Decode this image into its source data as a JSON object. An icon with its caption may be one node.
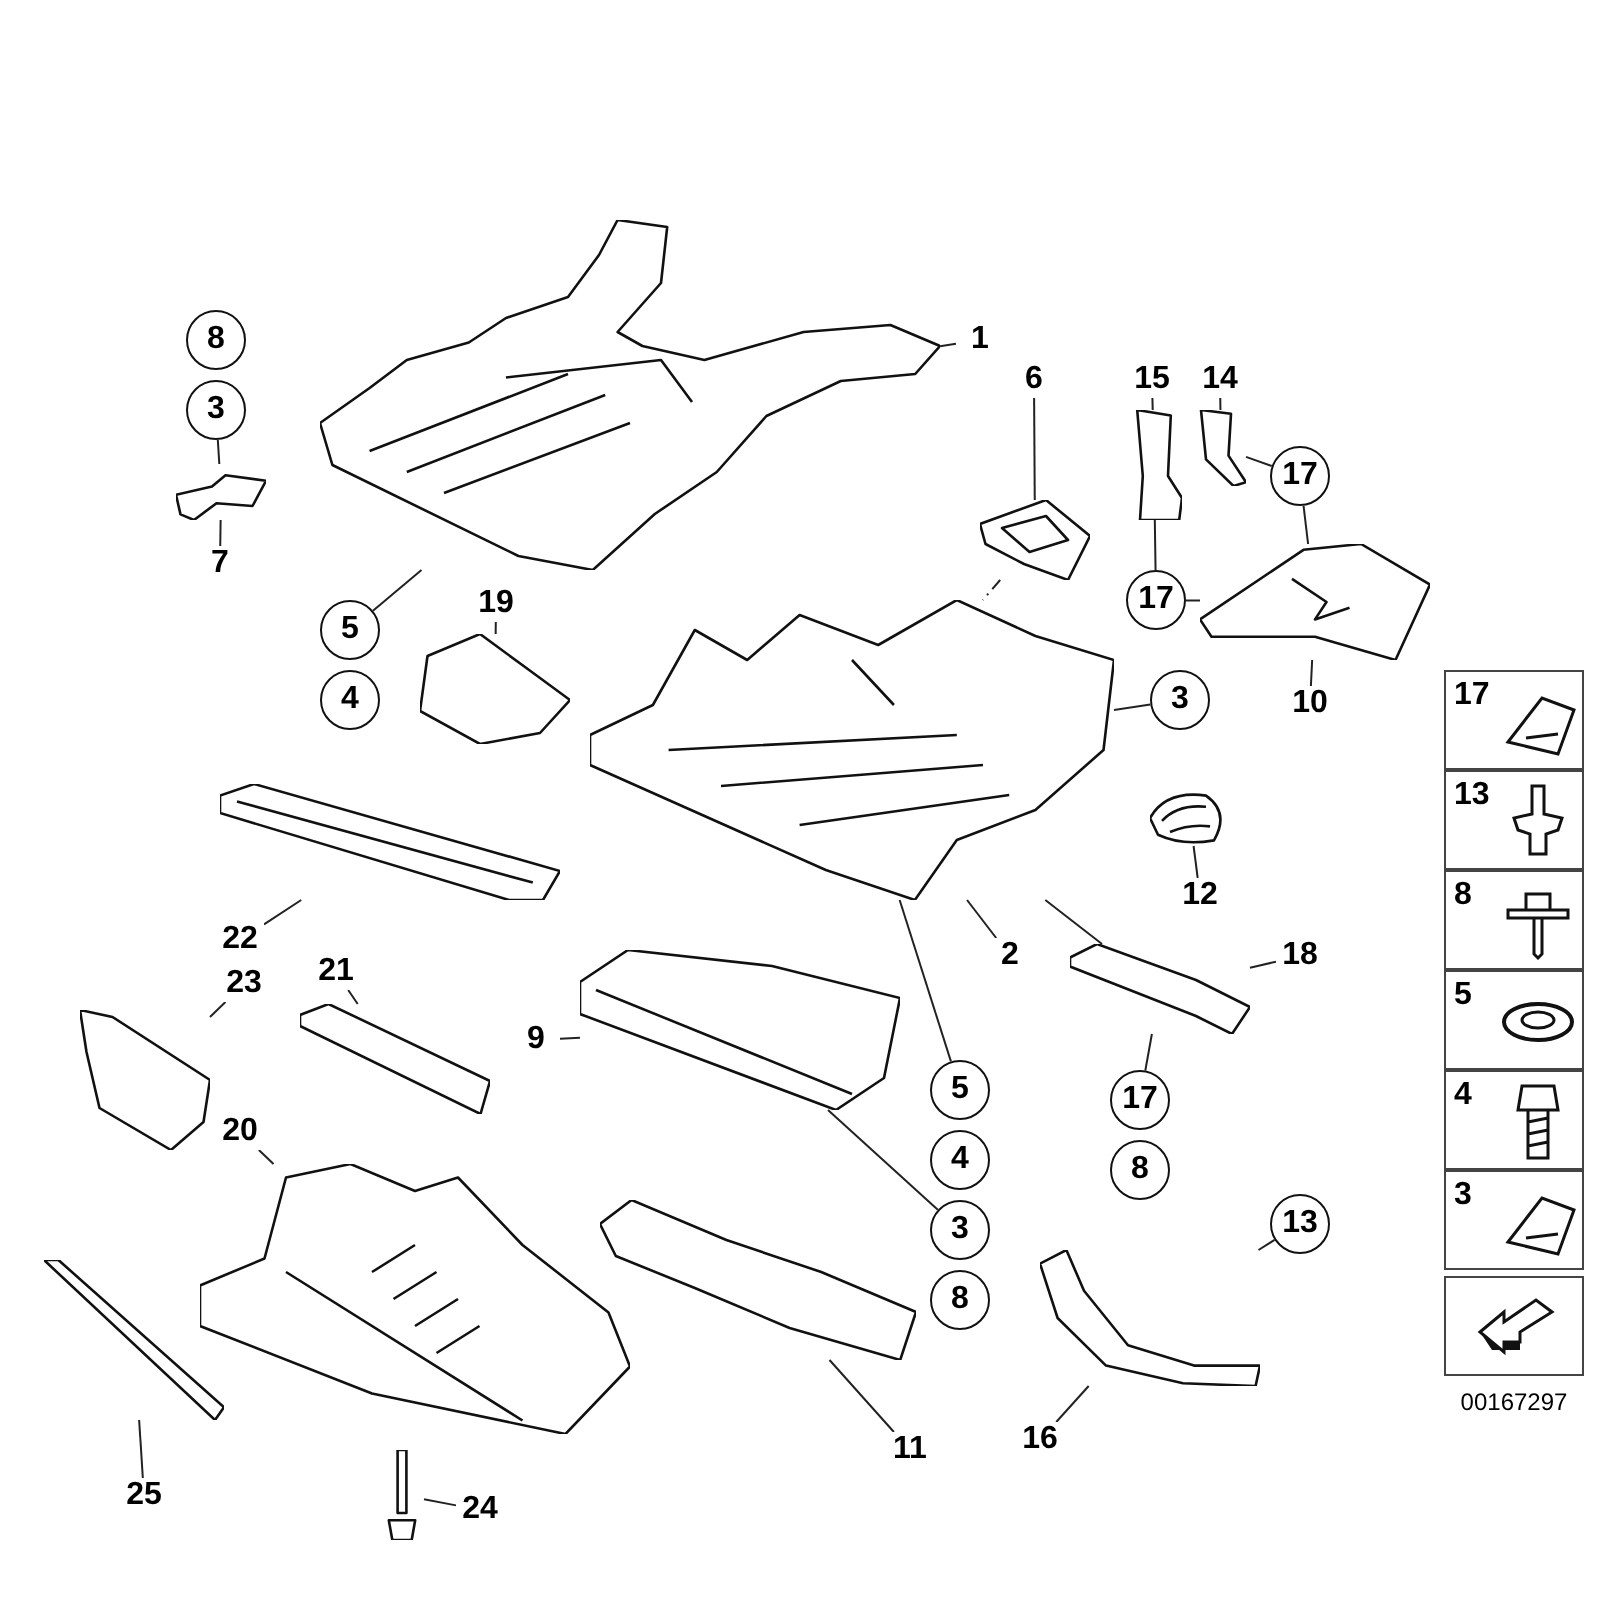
{
  "diagram": {
    "nodes": [
      {
        "text": [],
        "shape": "picture"
      },
      {
        "text": [
          "8"
        ]
      },
      {
        "text": [
          "3"
        ]
      },
      {
        "text": [],
        "shape": "picture"
      },
      {
        "text": [
          "7"
        ]
      },
      {
        "text": [
          "5"
        ]
      },
      {
        "text": [
          "4"
        ]
      },
      {
        "text": [
          "1"
        ]
      },
      {
        "text": [
          "6"
        ]
      },
      {
        "text": [],
        "shape": "picture"
      },
      {
        "text": [
          "15"
        ]
      },
      {
        "text": [],
        "shape": "picture"
      },
      {
        "text": [
          "14"
        ]
      },
      {
        "text": [],
        "shape": "picture"
      },
      {
        "text": [
          "17"
        ]
      },
      {
        "text": [
          "17"
        ]
      },
      {
        "text": [],
        "shape": "picture"
      },
      {
        "text": [
          "3"
        ]
      },
      {
        "text": [
          "10"
        ]
      },
      {
        "text": [],
        "shape": "picture"
      },
      {
        "text": [
          "19"
        ]
      },
      {
        "text": [],
        "shape": "picture"
      },
      {
        "text": [],
        "shape": "picture"
      },
      {
        "text": [
          "22"
        ]
      },
      {
        "text": [
          "21"
        ]
      },
      {
        "text": [],
        "shape": "picture"
      },
      {
        "text": [
          "9"
        ]
      },
      {
        "text": [],
        "shape": "picture"
      },
      {
        "text": [
          "2"
        ]
      },
      {
        "text": [],
        "shape": "picture"
      },
      {
        "text": [
          "12"
        ]
      },
      {
        "text": [],
        "shape": "picture"
      },
      {
        "text": [
          "18"
        ]
      },
      {
        "text": [
          "5"
        ]
      },
      {
        "text": [
          "4"
        ]
      },
      {
        "text": [
          "3"
        ]
      },
      {
        "text": [
          "8"
        ]
      },
      {
        "text": [
          "17"
        ]
      },
      {
        "text": [
          "8"
        ]
      },
      {
        "text": [
          "23"
        ]
      },
      {
        "text": [],
        "shape": "picture"
      },
      {
        "text": [
          "20"
        ]
      },
      {
        "text": [],
        "shape": "picture"
      },
      {
        "text": [],
        "shape": "picture"
      },
      {
        "text": [
          "13"
        ]
      },
      {
        "text": [],
        "shape": "picture"
      },
      {
        "text": [],
        "shape": "picture"
      },
      {
        "text": [],
        "shape": "picture"
      },
      {
        "text": [
          "25"
        ]
      },
      {
        "text": [
          "24"
        ]
      },
      {
        "text": [
          "11"
        ]
      },
      {
        "text": [
          "16"
        ]
      },
      {
        "text": [
          "17"
        ]
      },
      {
        "text": [
          "13"
        ]
      },
      {
        "text": [
          "8"
        ]
      },
      {
        "text": [
          "5"
        ]
      },
      {
        "text": [
          "4"
        ]
      },
      {
        "text": [
          "3"
        ]
      },
      {
        "text": [],
        "shape": "box"
      }
    ],
    "edges": [
      {
        "from": 4,
        "to": 3,
        "arrow": "none"
      },
      {
        "from": 2,
        "to": 3,
        "arrow": "none"
      },
      {
        "from": 5,
        "to": 0,
        "arrow": "none"
      },
      {
        "from": 7,
        "to": 0,
        "arrow": "none"
      },
      {
        "from": 8,
        "to": 9,
        "arrow": "none"
      },
      {
        "from": 9,
        "to": 19,
        "arrow": "none",
        "style": "dashed"
      },
      {
        "from": 10,
        "to": 11,
        "arrow": "none"
      },
      {
        "from": 12,
        "to": 13,
        "arrow": "none"
      },
      {
        "from": 15,
        "to": 11,
        "arrow": "none"
      },
      {
        "from": 15,
        "to": 16,
        "arrow": "none"
      },
      {
        "from": 14,
        "to": 13,
        "arrow": "none"
      },
      {
        "from": 14,
        "to": 16,
        "arrow": "none"
      },
      {
        "from": 17,
        "to": 19,
        "arrow": "none"
      },
      {
        "from": 18,
        "to": 16,
        "arrow": "none"
      },
      {
        "from": 20,
        "to": 21,
        "arrow": "none"
      },
      {
        "from": 23,
        "to": 22,
        "arrow": "none"
      },
      {
        "from": 24,
        "to": 25,
        "arrow": "none"
      },
      {
        "from": 26,
        "to": 27,
        "arrow": "none"
      },
      {
        "from": 28,
        "to": 19,
        "arrow": "none"
      },
      {
        "from": 30,
        "to": 29,
        "arrow": "none"
      },
      {
        "from": 19,
        "to": 31,
        "arrow": "none"
      },
      {
        "from": 32,
        "to": 31,
        "arrow": "none"
      },
      {
        "from": 33,
        "to": 19,
        "arrow": "none"
      },
      {
        "from": 35,
        "to": 27,
        "arrow": "none"
      },
      {
        "from": 37,
        "to": 31,
        "arrow": "none"
      },
      {
        "from": 39,
        "to": 40,
        "arrow": "none"
      },
      {
        "from": 41,
        "to": 42,
        "arrow": "none"
      },
      {
        "from": 44,
        "to": 45,
        "arrow": "none"
      },
      {
        "from": 48,
        "to": 46,
        "arrow": "none"
      },
      {
        "from": 49,
        "to": 47,
        "arrow": "none"
      },
      {
        "from": 50,
        "to": 43,
        "arrow": "none"
      },
      {
        "from": 51,
        "to": 45,
        "arrow": "none"
      }
    ],
    "labels": [
      "00167297"
    ]
  }
}
